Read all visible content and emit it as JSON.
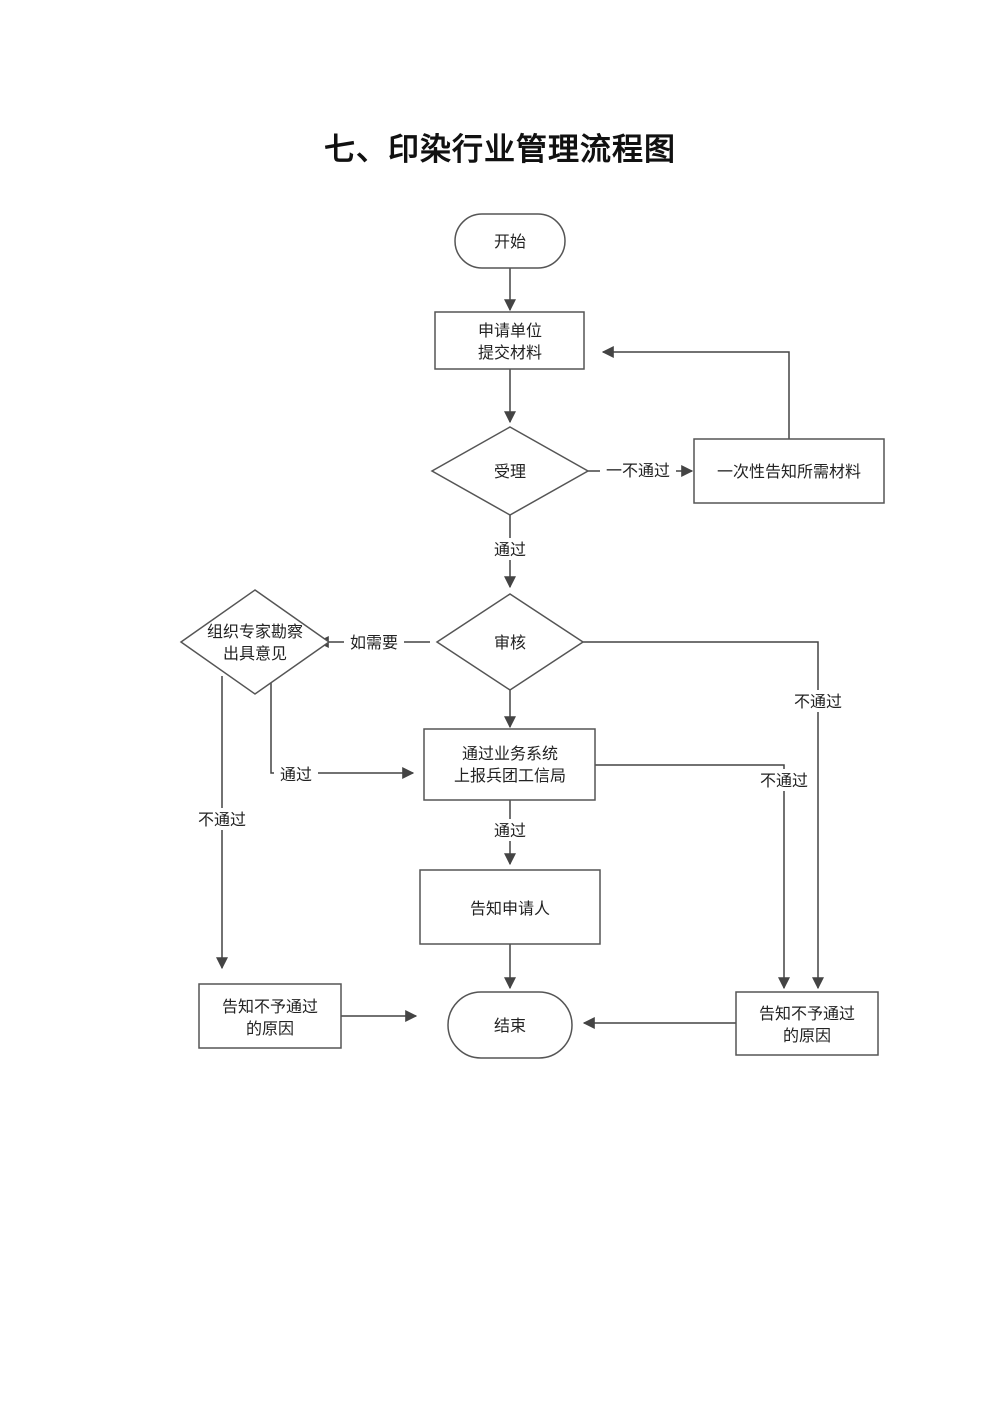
{
  "title": "七、印染行业管理流程图",
  "nodes": {
    "start": "开始",
    "submit_line1": "申请单位",
    "submit_line2": "提交材料",
    "accept": "受理",
    "notify_materials": "一次性告知所需材料",
    "expert_line1": "组织专家勘察",
    "expert_line2": "出具意见",
    "review": "审核",
    "report_line1": "通过业务系统",
    "report_line2": "上报兵团工信局",
    "notify_applicant": "告知申请人",
    "reject_left_line1": "告知不予通过",
    "reject_left_line2": "的原因",
    "end": "结束",
    "reject_right_line1": "告知不予通过",
    "reject_right_line2": "的原因"
  },
  "edges": {
    "accept_fail": "一不通过",
    "accept_pass": "通过",
    "if_needed": "如需要",
    "review_fail": "不通过",
    "expert_pass": "通过",
    "report_fail": "不通过",
    "expert_fail": "不通过",
    "report_pass": "通过"
  }
}
